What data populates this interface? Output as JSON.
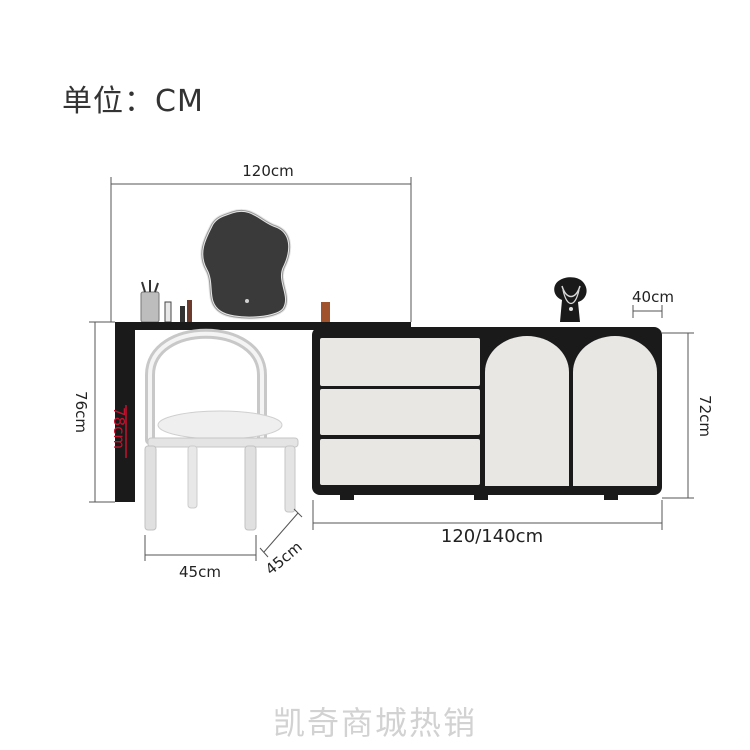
{
  "unit_label": "单位：CM",
  "dimensions": {
    "vanity_width": "120cm",
    "cabinet_depth": "40cm",
    "cabinet_height": "72cm",
    "desk_height": "76cm",
    "chair_height": "78cm",
    "cabinet_width": "120/140cm",
    "chair_width": "45cm",
    "chair_depth": "45cm"
  },
  "watermark": "凯奇商城热销",
  "colors": {
    "furniture_black": "#1a1a1a",
    "panel_white": "#e9e7e4",
    "dimension_line": "#555555",
    "chair_height_red": "#c8102e"
  }
}
